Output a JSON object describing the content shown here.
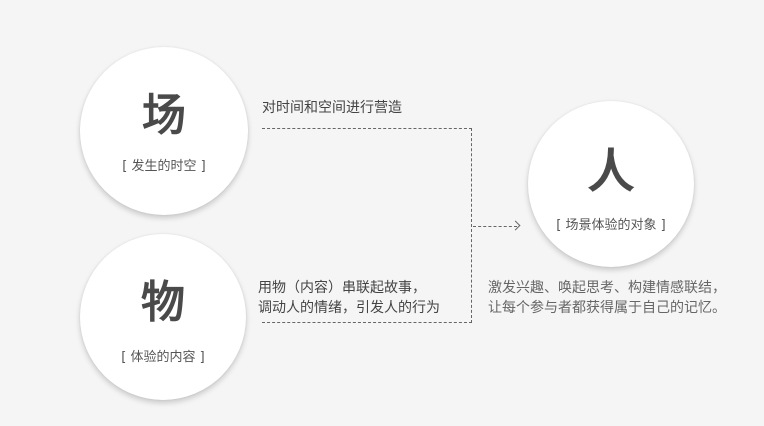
{
  "nodes": {
    "place": {
      "char": "场",
      "label": "[ 发生的时空 ]"
    },
    "object": {
      "char": "物",
      "label": "[ 体验的内容 ]"
    },
    "person": {
      "char": "人",
      "label": "[ 场景体验的对象 ]"
    }
  },
  "annotations": {
    "place_desc": "对时间和空间进行营造",
    "object_desc_line1": "用物（内容）串联起故事，",
    "object_desc_line2": "调动人的情绪，引发人的行为",
    "person_desc_line1": "激发兴趣、唤起思考、构建情感联结，",
    "person_desc_line2": "让每个参与者都获得属于自己的记忆。"
  },
  "colors": {
    "background": "#f5f5f5",
    "circle": "#ffffff",
    "text": "#444444",
    "connector": "#666666"
  }
}
